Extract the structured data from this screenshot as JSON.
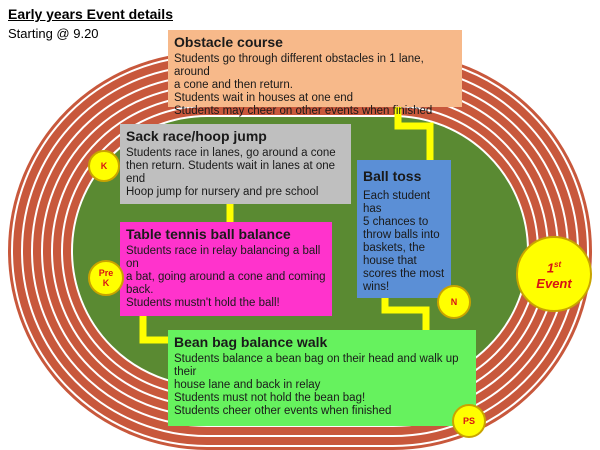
{
  "header": {
    "title": "Early years Event details",
    "subtitle": "Starting @ 9.20"
  },
  "events": {
    "obstacle": {
      "title": "Obstacle course",
      "lines": [
        "Students go through different obstacles in 1 lane, around",
        "a cone and then return.",
        "Students wait in houses at one end",
        "Students may cheer on other events when finished"
      ]
    },
    "sack": {
      "title": "Sack race/hoop jump",
      "lines": [
        "Students race in lanes, go around a cone",
        "then return. Students wait in lanes at one end",
        "Hoop jump for nursery and pre school"
      ]
    },
    "balltoss": {
      "title": "Ball toss",
      "lines": [
        "Each student has",
        "5 chances to",
        "throw  balls into",
        "baskets, the",
        "house  that",
        "scores the most",
        "wins!"
      ]
    },
    "tabletennis": {
      "title": "Table tennis ball balance",
      "lines": [
        "Students race in relay balancing a ball on",
        "a bat, going around a cone and coming",
        "back.",
        "Students mustn't hold the ball!"
      ]
    },
    "beanbag": {
      "title": "Bean bag balance walk",
      "lines": [
        "Students balance a bean bag on their head and walk up their",
        "house lane and back in relay",
        "Students must not hold the bean bag!",
        "Students cheer other events when finished"
      ]
    }
  },
  "markers": {
    "k": "K",
    "prek_top": "Pre",
    "prek_bottom": "K",
    "n": "N",
    "ps": "PS",
    "first_num": "1",
    "first_sup": "st",
    "first_word": "Event"
  },
  "colors": {
    "track": "#c8583c",
    "lane_line": "#ffffff",
    "infield": "#5a8a32",
    "connector": "#ffff00",
    "obstacle_box": "#f7b98a",
    "sack_box": "#bfbfbf",
    "balltoss_box": "#5b8fd6",
    "tabletennis_box": "#ff33cc",
    "beanbag_box": "#66f25e",
    "marker_fill": "#ffff00",
    "marker_text": "#d81414"
  }
}
